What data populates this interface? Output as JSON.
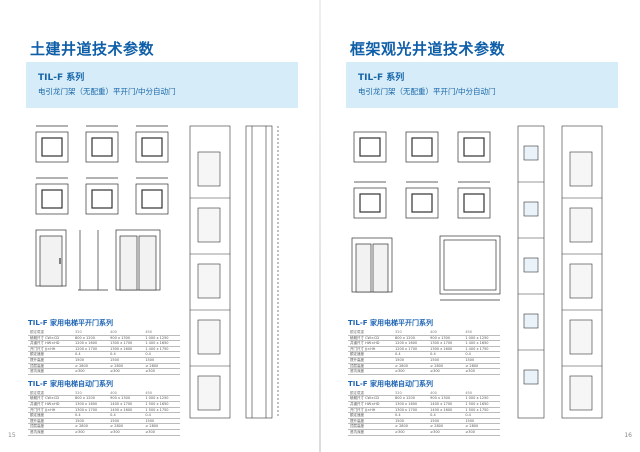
{
  "left_page": {
    "title": "土建井道技术参数",
    "series": "TIL-F 系列",
    "subtitle": "电引龙门架（无配重）平开门/中分自动门",
    "tables": [
      {
        "title": "TIL-F 家用电梯平开门系列",
        "rows": [
          [
            "额定载重",
            "320",
            "400",
            "450"
          ],
          [
            "轿厢尺寸 CW×CD",
            "800 x 1200",
            "900 x 1300",
            "1 000 x 1250"
          ],
          [
            "井道尺寸 HW×HD",
            "1200 x 1600",
            "1300 x 1700",
            "1 400 x 1650"
          ],
          [
            "开门尺寸 JJ×HH",
            "1200 x 1700",
            "1300 x 1600",
            "1 400 x 1750"
          ],
          [
            "额定速度",
            "0.4",
            "0.4",
            "0.4"
          ],
          [
            "提升高度",
            "1500",
            "1500",
            "1500"
          ],
          [
            "顶层高度",
            "≥ 2800",
            "≥ 2800",
            "≥ 2800"
          ],
          [
            "底坑深度",
            "≥300",
            "≥300",
            "≥300"
          ]
        ]
      },
      {
        "title": "TIL-F 家用电梯自动门系列",
        "rows": [
          [
            "额定载重",
            "320",
            "400",
            "450"
          ],
          [
            "轿厢尺寸 CW×CD",
            "800 x 1200",
            "900 x 1300",
            "1 000 x 1250"
          ],
          [
            "井道尺寸 HW×HD",
            "1300 x 1600",
            "1400 x 1700",
            "1 500 x 1650"
          ],
          [
            "开门尺寸 JJ×HH",
            "1300 x 1700",
            "1400 x 1600",
            "1 500 x 1750"
          ],
          [
            "额定速度",
            "0.4",
            "0.4",
            "0.4"
          ],
          [
            "提升高度",
            "1500",
            "1500",
            "1500"
          ],
          [
            "顶层高度",
            "≥ 2800",
            "≥ 2800",
            "≥ 2800"
          ],
          [
            "底坑深度",
            "≥300",
            "≥300",
            "≥300"
          ]
        ]
      }
    ],
    "page_number": "15"
  },
  "right_page": {
    "title": "框架观光井道技术参数",
    "series": "TIL-F 系列",
    "subtitle": "电引龙门架（无配重）平开门/中分自动门",
    "tables": [
      {
        "title": "TIL-F 家用电梯平开门系列",
        "rows": [
          [
            "额定载重",
            "320",
            "400",
            "450"
          ],
          [
            "轿厢尺寸 CW×CD",
            "800 x 1200",
            "900 x 1300",
            "1 000 x 1250"
          ],
          [
            "井道尺寸 HW×HD",
            "1200 x 1600",
            "1300 x 1700",
            "1 400 x 1650"
          ],
          [
            "开门尺寸 JJ×HH",
            "1200 x 1700",
            "1300 x 1600",
            "1 400 x 1750"
          ],
          [
            "额定速度",
            "0.4",
            "0.4",
            "0.4"
          ],
          [
            "提升高度",
            "1500",
            "1500",
            "1500"
          ],
          [
            "顶层高度",
            "≥ 2800",
            "≥ 2800",
            "≥ 2800"
          ],
          [
            "底坑深度",
            "≥300",
            "≥300",
            "≥300"
          ]
        ]
      },
      {
        "title": "TIL-F 家用电梯自动门系列",
        "rows": [
          [
            "额定载重",
            "320",
            "400",
            "450"
          ],
          [
            "轿厢尺寸 CW×CD",
            "800 x 1200",
            "900 x 1300",
            "1 000 x 1250"
          ],
          [
            "井道尺寸 HW×HD",
            "1300 x 1600",
            "1400 x 1700",
            "1 500 x 1650"
          ],
          [
            "开门尺寸 JJ×HH",
            "1300 x 1700",
            "1400 x 1600",
            "1 500 x 1750"
          ],
          [
            "额定速度",
            "0.4",
            "0.4",
            "0.4"
          ],
          [
            "提升高度",
            "1500",
            "1500",
            "1500"
          ],
          [
            "顶层高度",
            "≥ 2800",
            "≥ 2800",
            "≥ 2800"
          ],
          [
            "底坑深度",
            "≥300",
            "≥300",
            "≥300"
          ]
        ]
      }
    ],
    "page_number": "16"
  },
  "colors": {
    "title": "#0f5ea8",
    "band": "#d6ecf8",
    "table_title": "#1f66b3",
    "drawing": "#333333"
  }
}
